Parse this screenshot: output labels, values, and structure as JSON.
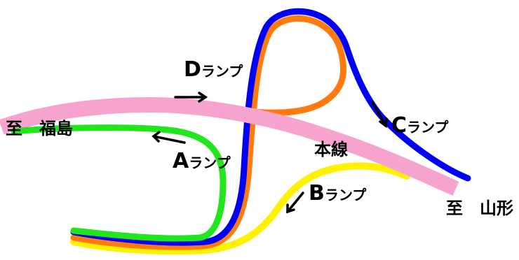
{
  "labels": {
    "dest_left": "至　福島",
    "dest_right": "至　山形",
    "mainline": "本線",
    "ramp_a_letter": "A",
    "ramp_b_letter": "B",
    "ramp_c_letter": "C",
    "ramp_d_letter": "D",
    "ramp_kana": "ランプ"
  },
  "colors": {
    "mainline": "#f7a3d0",
    "ramp_a": "#22e61c",
    "ramp_b": "#fff200",
    "ramp_c": "#0000f5",
    "ramp_d": "#ff7a0f",
    "arrows": "#000000"
  }
}
